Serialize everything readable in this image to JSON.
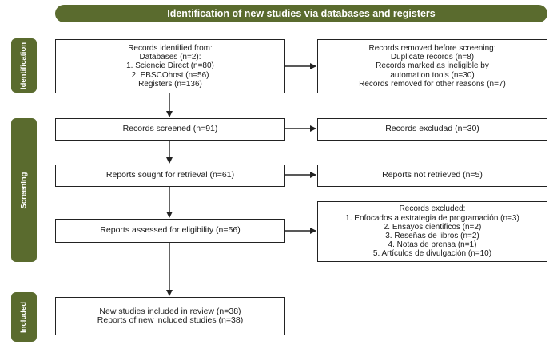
{
  "header": {
    "title": "Identification of new studies via databases and registers"
  },
  "phases": {
    "identification": "Identification",
    "screening": "Screening",
    "included": "Included"
  },
  "boxes": {
    "records_identified": {
      "lines": [
        "Records identified from:",
        "Databases (n=2):",
        "1. Sciencie Direct (n=80)",
        "2. EBSCOhost (n=56)",
        "Registers (n=136)"
      ]
    },
    "records_removed": {
      "lines": [
        "Records removed before screening:",
        "Duplicate records (n=8)",
        "Records marked as ineligible by",
        "automation tools (n=30)",
        "Records removed for other reasons (n=7)"
      ]
    },
    "records_screened": {
      "lines": [
        "Records screened (n=91)"
      ]
    },
    "records_excluded": {
      "lines": [
        "Records excludad (n=30)"
      ]
    },
    "reports_sought": {
      "lines": [
        "Reports sought for retrieval (n=61)"
      ]
    },
    "reports_not_retrieved": {
      "lines": [
        "Reports not retrieved (n=5)"
      ]
    },
    "reports_assessed": {
      "lines": [
        "Reports assessed for eligibility (n=56)"
      ]
    },
    "records_excluded_reasons": {
      "lines": [
        "Records excluded:",
        "1. Enfocados a estrategia de programación (n=3)",
        "2. Ensayos cientificos (n=2)",
        "3. Reseñas de libros (n=2)",
        "4. Notas de prensa (n=1)",
        "5. Artículos de divulgación (n=10)"
      ]
    },
    "studies_included": {
      "lines": [
        "New studies included in review (n=38)",
        "Reports of new included studies (n=38)"
      ]
    }
  },
  "colors": {
    "phase_bg": "#5a6b2e",
    "header_bg": "#5a6b2e",
    "box_border": "#222222"
  }
}
